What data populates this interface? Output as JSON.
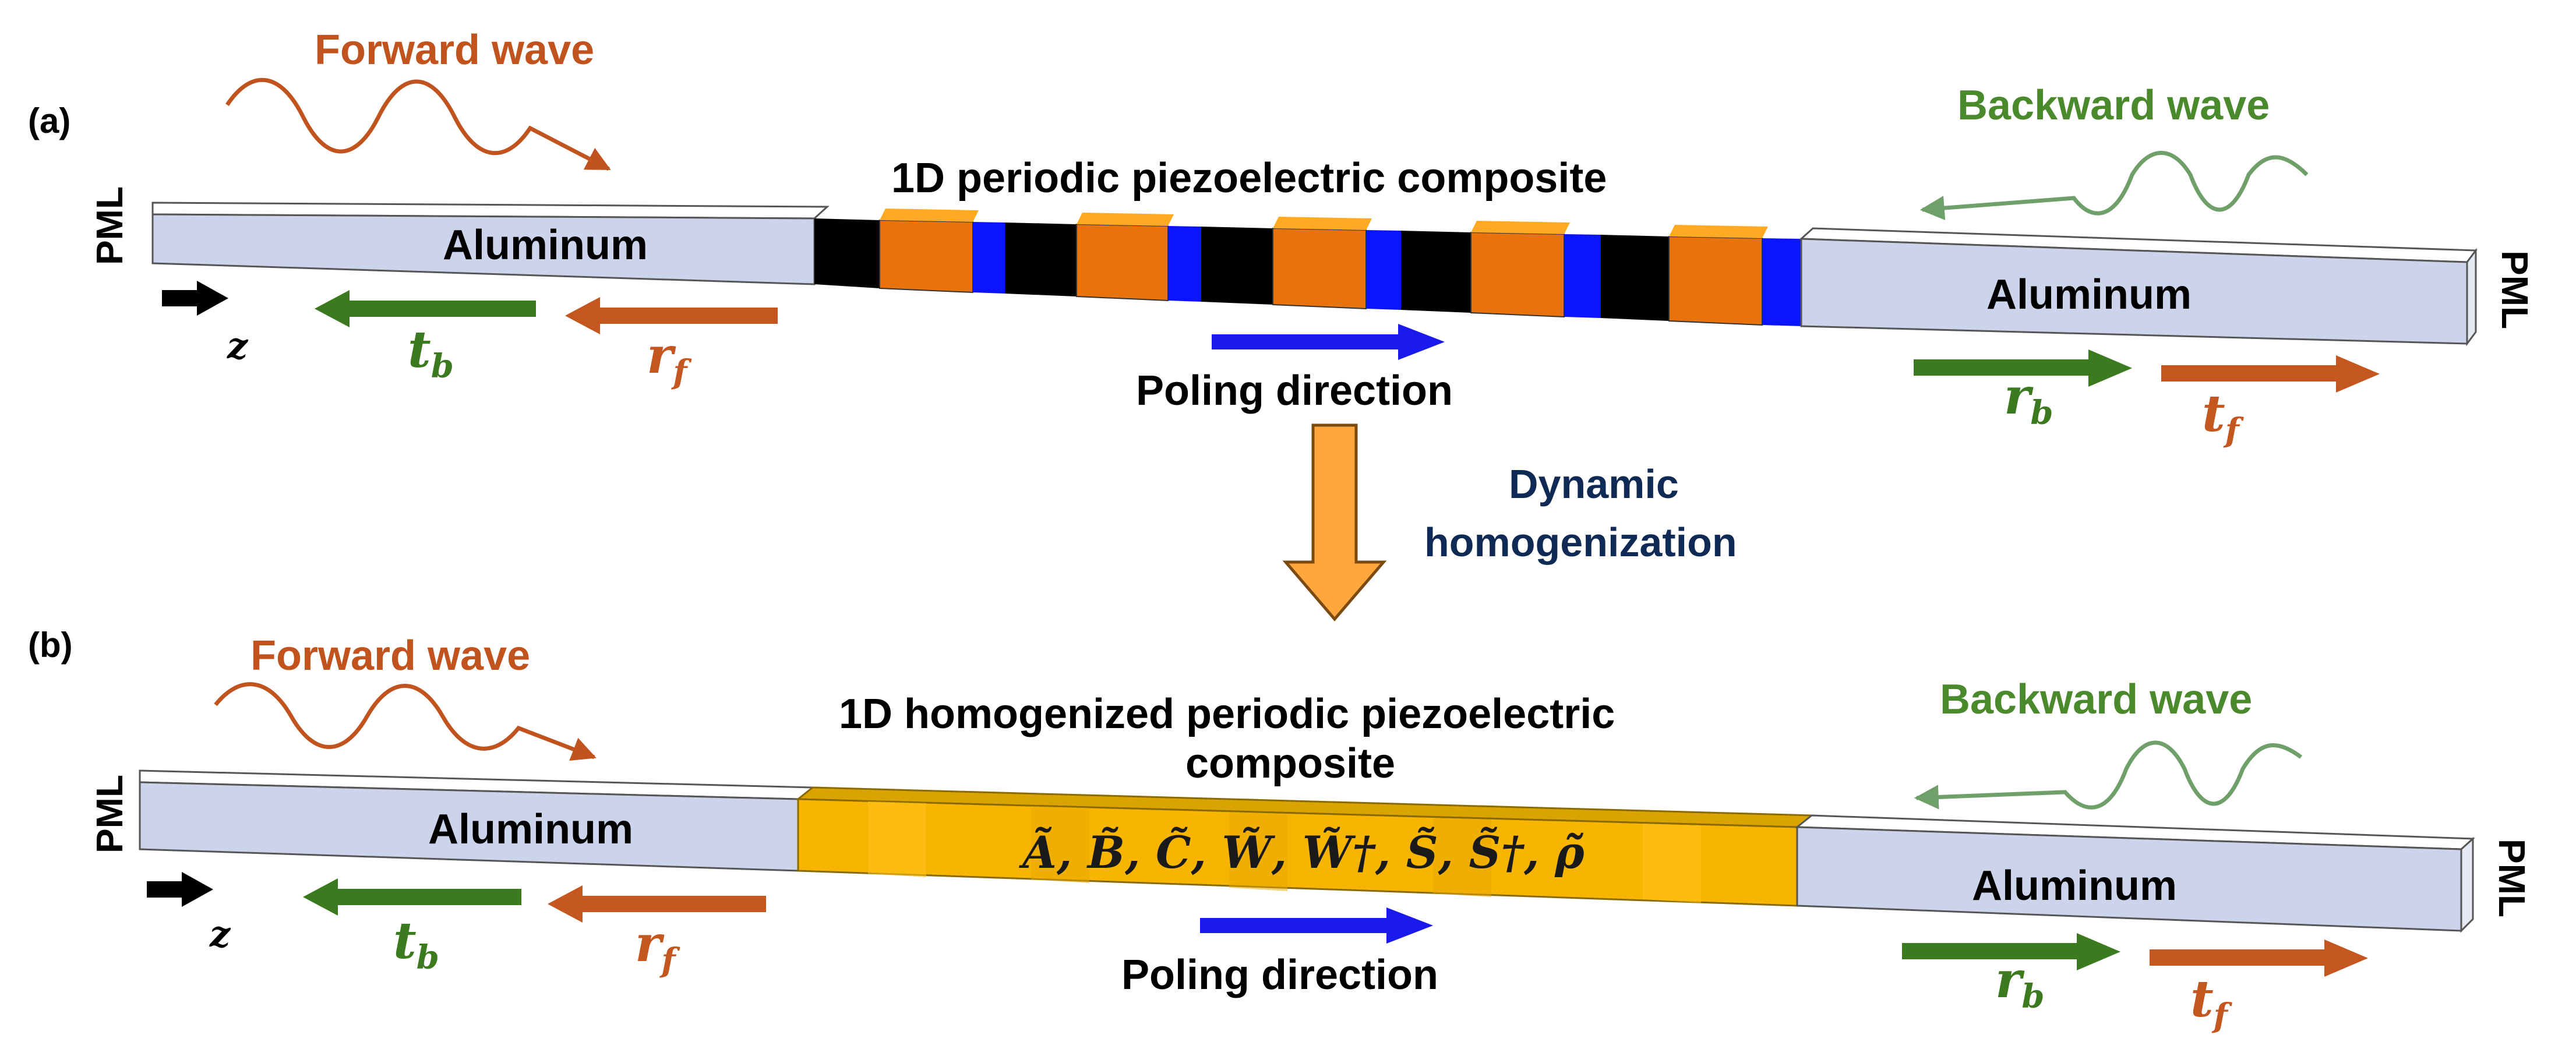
{
  "panel_a": {
    "label": "(a)",
    "title": "1D periodic piezoelectric composite",
    "forward_wave": "Forward wave",
    "backward_wave": "Backward wave",
    "left_material": "Aluminum",
    "right_material": "Aluminum",
    "pml_left": "PML",
    "pml_right": "PML",
    "axis_label": "z",
    "t_b": {
      "base": "t",
      "sub": "b"
    },
    "r_f": {
      "base": "r",
      "sub": "f"
    },
    "r_b": {
      "base": "r",
      "sub": "b"
    },
    "t_f": {
      "base": "t",
      "sub": "f"
    },
    "poling": "Poling direction"
  },
  "transition": {
    "line1": "Dynamic",
    "line2": "homogenization"
  },
  "panel_b": {
    "label": "(b)",
    "title_line1": "1D homogenized periodic piezoelectric",
    "title_line2": "composite",
    "forward_wave": "Forward wave",
    "backward_wave": "Backward wave",
    "left_material": "Aluminum",
    "right_material": "Aluminum",
    "pml_left": "PML",
    "pml_right": "PML",
    "axis_label": "z",
    "t_b": {
      "base": "t",
      "sub": "b"
    },
    "r_f": {
      "base": "r",
      "sub": "f"
    },
    "r_b": {
      "base": "r",
      "sub": "b"
    },
    "t_f": {
      "base": "t",
      "sub": "f"
    },
    "poling": "Poling direction",
    "parameters": "Ã, B̃, C̃, W̃, W̃†, S̃, S̃†, ρ̃"
  },
  "colors": {
    "forward": "#c0531e",
    "backward_text": "#4a8a2c",
    "backward_wave": "#6fa06a",
    "arrow_green": "#3b7a1e",
    "arrow_orange": "#c4561f",
    "aluminum_face": "#ccd4ec",
    "aluminum_top": "#ffffff",
    "orange_block": "#e8720c",
    "orange_top": "#ffaa22",
    "blue_block": "#0a14ff",
    "black_block": "#000000",
    "homog_face": "#f7b500",
    "homog_top": "#d9a400",
    "poling_arrow": "#1a1aee",
    "transition_arrow": "#ffa63c",
    "transition_text": "#0e2a55"
  }
}
